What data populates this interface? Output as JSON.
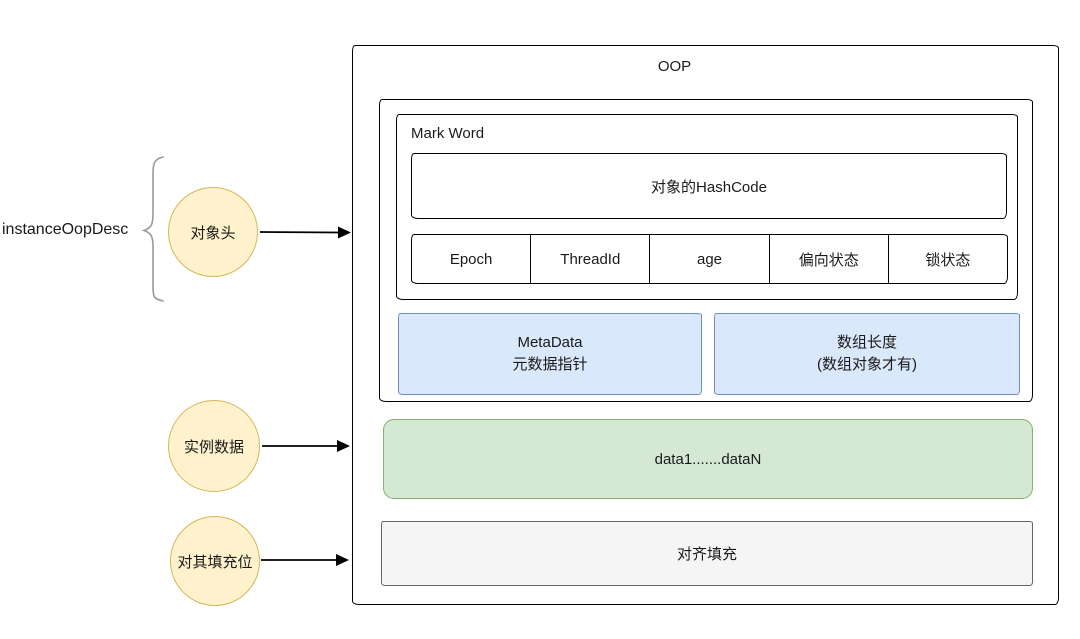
{
  "left_panel": {
    "label": "instanceOopDesc",
    "circles": [
      {
        "label": "对象头"
      },
      {
        "label": "实例数据"
      },
      {
        "label": "对其填充位"
      }
    ]
  },
  "oop": {
    "title": "OOP",
    "mark_word": {
      "label": "Mark Word",
      "hashcode": "对象的HashCode",
      "fields": [
        "Epoch",
        "ThreadId",
        "age",
        "偏向状态",
        "锁状态"
      ]
    },
    "metadata": {
      "line1": "MetaData",
      "line2": "元数据指针"
    },
    "array_length": {
      "line1": "数组长度",
      "line2": "(数组对象才有)"
    },
    "instance_data": "data1.......dataN",
    "padding": "对齐填充"
  },
  "colors": {
    "circle_fill": "#FFF2CC",
    "circle_border": "#D6B656",
    "blue_fill": "#DAE8FC",
    "blue_border": "#6C8EBF",
    "green_fill": "#D5E8D4",
    "green_border": "#82B366",
    "gray_fill": "#F5F5F5",
    "gray_border": "#666666",
    "line": "#000000",
    "brace": "#999999"
  }
}
